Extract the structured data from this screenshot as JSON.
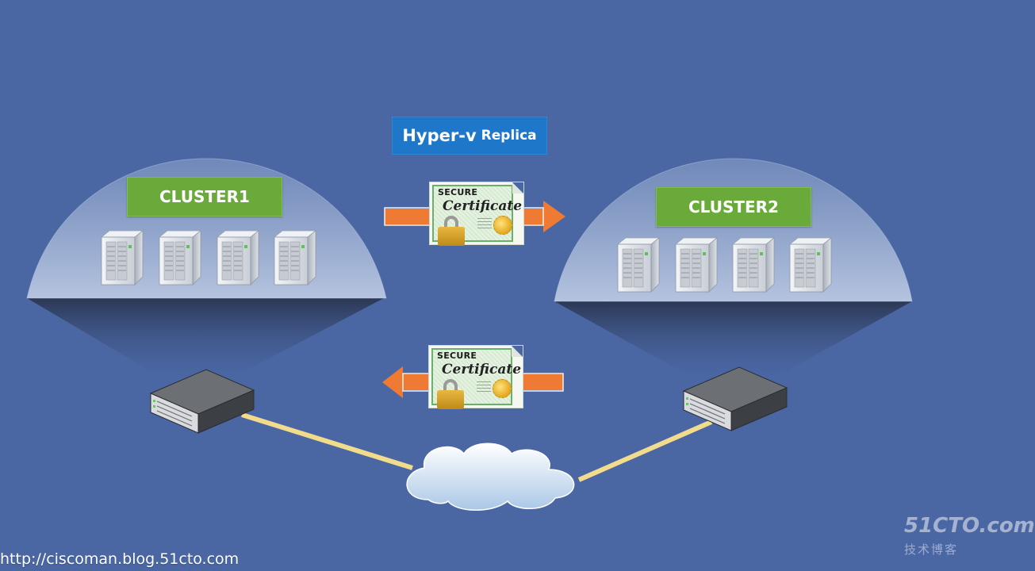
{
  "title": {
    "part1": "Hyper-v",
    "part2": "Replica"
  },
  "clusters": [
    {
      "label": "CLUSTER1"
    },
    {
      "label": "CLUSTER2"
    }
  ],
  "certificates": {
    "top": {
      "heading": "SECURE",
      "script": "Certificate"
    },
    "bottom": {
      "heading": "SECURE",
      "script": "Certificate"
    }
  },
  "icons": [
    "server-tower-icon",
    "rack-server-icon",
    "cloud-icon",
    "certificate-icon",
    "padlock-icon",
    "arrow-right-icon",
    "arrow-left-icon"
  ],
  "colors": {
    "background": "#4a67a4",
    "title_box": "#1e77c9",
    "cluster_label": "#6aaa3a",
    "arrow": "#ee7a33",
    "link": "#f2dc8c"
  },
  "watermark": {
    "url": "http://ciscoman.blog.51cto.com",
    "brand": "51CTO.com",
    "brand_sub": "技术博客"
  }
}
